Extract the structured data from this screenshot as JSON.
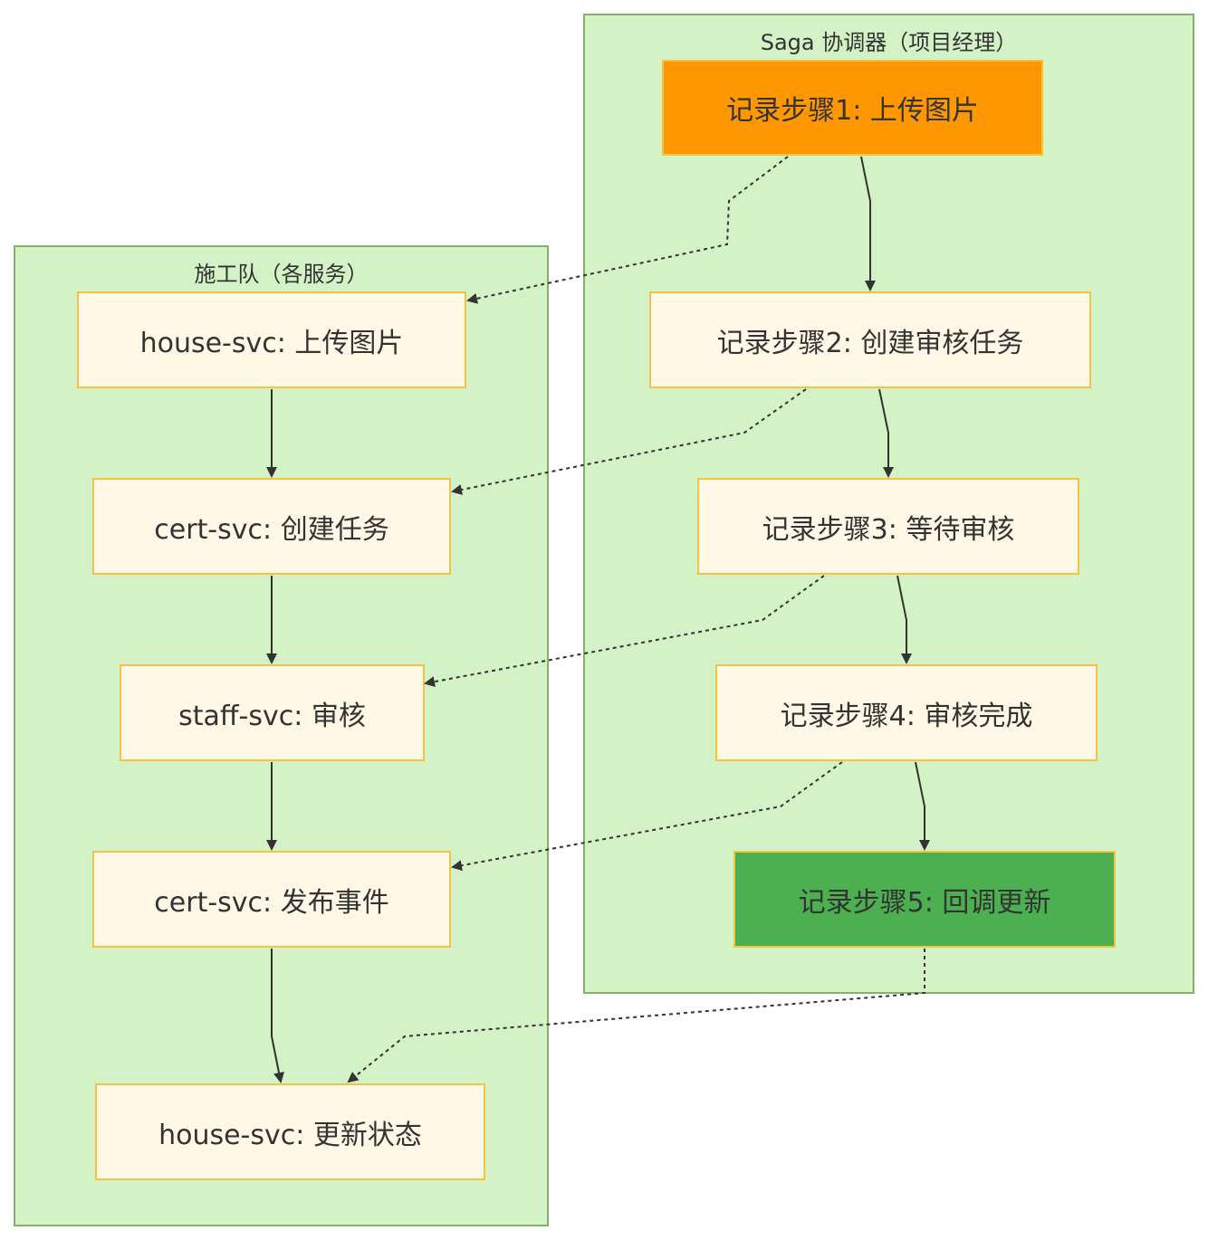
{
  "clusters": {
    "saga": {
      "title": "Saga 协调器（项目经理）"
    },
    "workers": {
      "title": "施工队（各服务）"
    }
  },
  "saga_nodes": [
    {
      "id": "s1",
      "label": "记录步骤1: 上传图片"
    },
    {
      "id": "s2",
      "label": "记录步骤2: 创建审核任务"
    },
    {
      "id": "s3",
      "label": "记录步骤3: 等待审核"
    },
    {
      "id": "s4",
      "label": "记录步骤4: 审核完成"
    },
    {
      "id": "s5",
      "label": "记录步骤5: 回调更新"
    }
  ],
  "worker_nodes": [
    {
      "id": "w1",
      "label": "house-svc: 上传图片"
    },
    {
      "id": "w2",
      "label": "cert-svc: 创建任务"
    },
    {
      "id": "w3",
      "label": "staff-svc: 审核"
    },
    {
      "id": "w4",
      "label": "cert-svc: 发布事件"
    },
    {
      "id": "w5",
      "label": "house-svc: 更新状态"
    }
  ],
  "colors": {
    "cluster_fill": "#d3f2c5",
    "cluster_border": "#82b366",
    "node_fill": "#fff8e6",
    "node_border": "#f5c242",
    "start_fill": "#ff9800",
    "done_fill": "#4caf50",
    "edge": "#333333"
  }
}
